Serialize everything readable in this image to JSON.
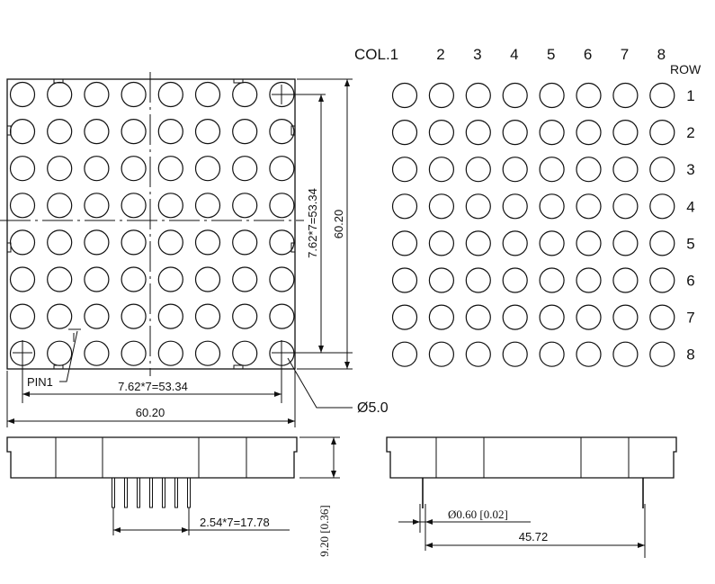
{
  "top_view": {
    "col_header": "COL.1",
    "col_numbers": [
      "2",
      "3",
      "4",
      "5",
      "6",
      "7",
      "8"
    ],
    "row_header": "ROW",
    "row_numbers": [
      "1",
      "2",
      "3",
      "4",
      "5",
      "6",
      "7",
      "8"
    ],
    "grid_rows": 8,
    "grid_cols": 8
  },
  "front_view": {
    "pin_label": "PIN1",
    "pitch_horizontal": "7.62*7=53.34",
    "width": "60.20",
    "pitch_vertical": "7.62*7=53.34",
    "height": "60.20",
    "dot_diameter": "Ø5.0"
  },
  "side_view_left": {
    "pin_pitch": "2.54*7=17.78",
    "height": "9.20 [0.36]",
    "pin_count": 7
  },
  "side_view_right": {
    "pin_diameter": "Ø0.60 [0.02]",
    "pin_span": "45.72"
  },
  "colors": {
    "line": "#111111",
    "background": "#ffffff"
  }
}
